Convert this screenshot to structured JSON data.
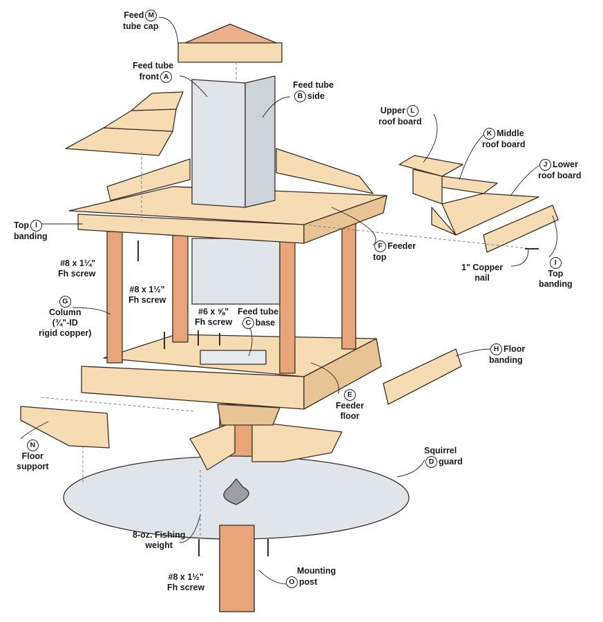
{
  "title": "Bird feeder exploded view",
  "colors": {
    "wood": "#f6dcb2",
    "wood_shade": "#e8c495",
    "copper": "#e9a57a",
    "acrylic": "#dfe5ea",
    "outline": "#3a2c22"
  },
  "parts": {
    "M": {
      "letter": "M",
      "line1": "Feed",
      "line2": "tube cap"
    },
    "A": {
      "letter": "A",
      "line1": "Feed tube",
      "line2": "front"
    },
    "B": {
      "letter": "B",
      "line1": "Feed tube",
      "line2": "side"
    },
    "L": {
      "letter": "L",
      "line1": "Upper",
      "line2": "roof board"
    },
    "K": {
      "letter": "K",
      "line1": "Middle",
      "line2": "roof board"
    },
    "J": {
      "letter": "J",
      "line1": "Lower",
      "line2": "roof board"
    },
    "I_left": {
      "letter": "I",
      "line1": "Top",
      "line2": "banding"
    },
    "F": {
      "letter": "F",
      "line1": "Feeder",
      "line2": "top"
    },
    "I_right": {
      "letter": "I",
      "line1": "Top",
      "line2": "banding"
    },
    "G": {
      "letter": "G",
      "line1": "Column",
      "line2": "(¾\"-ID",
      "line3": "rigid copper)"
    },
    "C": {
      "letter": "C",
      "line1": "Feed tube",
      "line2": "base"
    },
    "H": {
      "letter": "H",
      "line1": "Floor",
      "line2": "banding"
    },
    "E": {
      "letter": "E",
      "line1": "Feeder",
      "line2": "floor"
    },
    "N": {
      "letter": "N",
      "line1": "Floor",
      "line2": "support"
    },
    "D": {
      "letter": "D",
      "line1": "Squirrel",
      "line2": "guard"
    },
    "O": {
      "letter": "O",
      "line1": "Mounting",
      "line2": "post"
    }
  },
  "hardware": {
    "screw_top": {
      "line1": "#8 x 1¼\"",
      "line2": "Fh screw"
    },
    "screw_col": {
      "line1": "#8 x 1½\"",
      "line2": "Fh screw"
    },
    "screw_base": {
      "line1": "#6 x ⅝\"",
      "line2": "Fh screw"
    },
    "nail": {
      "line1": "1\" Copper",
      "line2": "nail"
    },
    "weight": {
      "line1": "8-oz. Fishing",
      "line2": "weight"
    },
    "screw_bottom": {
      "line1": "#8 x 1½\"",
      "line2": "Fh screw"
    }
  }
}
